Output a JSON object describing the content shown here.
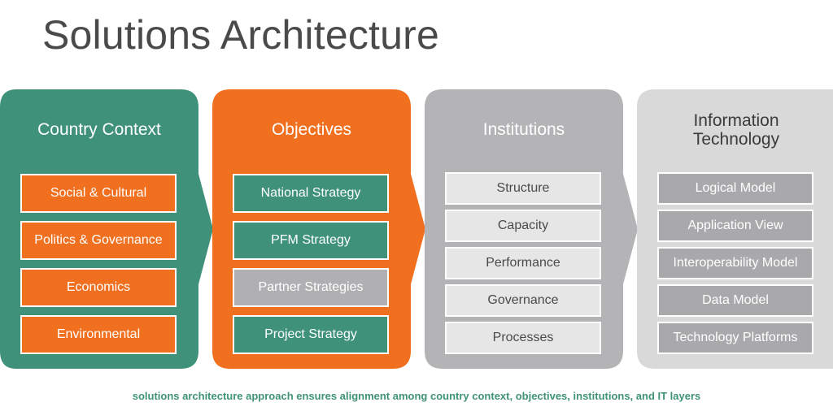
{
  "title": "Solutions Architecture",
  "colors": {
    "green": "#3f9279",
    "orange": "#f07020",
    "gray_dark": "#b4b4b7",
    "gray_light": "#d9d9d9"
  },
  "columns": [
    {
      "title": "Country Context",
      "items": [
        "Social & Cultural",
        "Politics & Governance",
        "Economics",
        "Environmental"
      ]
    },
    {
      "title": "Objectives",
      "items": [
        "National Strategy",
        "PFM Strategy",
        "Partner Strategies",
        "Project Strategy"
      ]
    },
    {
      "title": "Institutions",
      "items": [
        "Structure",
        "Capacity",
        "Performance",
        "Governance",
        "Processes"
      ]
    },
    {
      "title": "Information\nTechnology",
      "title_line1": "Information",
      "title_line2": "Technology",
      "items": [
        "Logical Model",
        "Application View",
        "Interoperability Model",
        "Data Model",
        "Technology Platforms"
      ]
    }
  ],
  "caption": "solutions architecture approach ensures alignment among country context, objectives, institutions, and IT layers"
}
